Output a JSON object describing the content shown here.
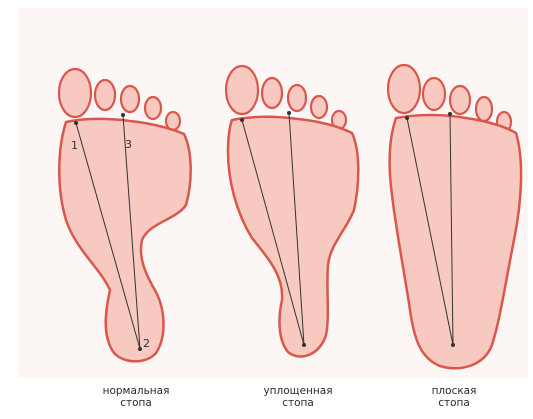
{
  "feet": [
    {
      "id": "normal",
      "caption_line1": "нормальная",
      "caption_line2": "стопа",
      "point_labels": {
        "p1": "1",
        "p2": "2",
        "p3": "3"
      }
    },
    {
      "id": "flattened",
      "caption_line1": "уплощенная",
      "caption_line2": "стопа"
    },
    {
      "id": "flat",
      "caption_line1": "плоская",
      "caption_line2": "стопа"
    }
  ],
  "colors": {
    "sole_fill": "#f7c9c1",
    "sole_stroke": "#d9574b",
    "line": "#333333"
  }
}
